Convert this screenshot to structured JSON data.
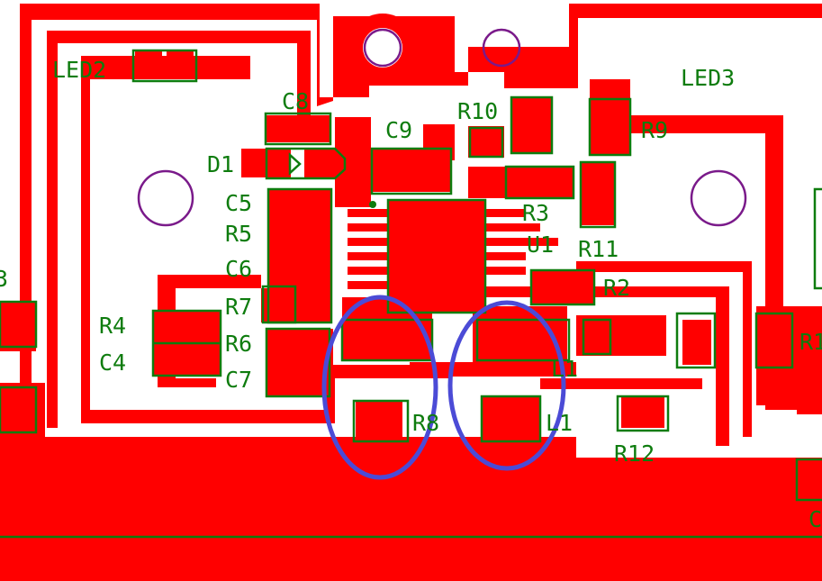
{
  "refdes": {
    "led2": "LED2",
    "led3": "LED3",
    "c8": "C8",
    "c9": "C9",
    "r10": "R10",
    "r9": "R9",
    "d1": "D1",
    "c5": "C5",
    "r5": "R5",
    "c6": "C6",
    "r7": "R7",
    "r6": "R6",
    "c7": "C7",
    "r4": "R4",
    "c4": "C4",
    "r3": "R3",
    "u1": "U1",
    "r11": "R11",
    "r2": "R2",
    "r12": "R12",
    "r8": "R8",
    "l1a": "L1",
    "l1b": "L1",
    "r1": "R1",
    "edge_left": "3",
    "edge_right_bottom": "C"
  },
  "colors": {
    "copper": "#ff0000",
    "silkscreen": "#0e7c0e",
    "hole_outline": "#7a1a8a",
    "annotation": "#4b4bd6",
    "background": "#ffffff"
  }
}
